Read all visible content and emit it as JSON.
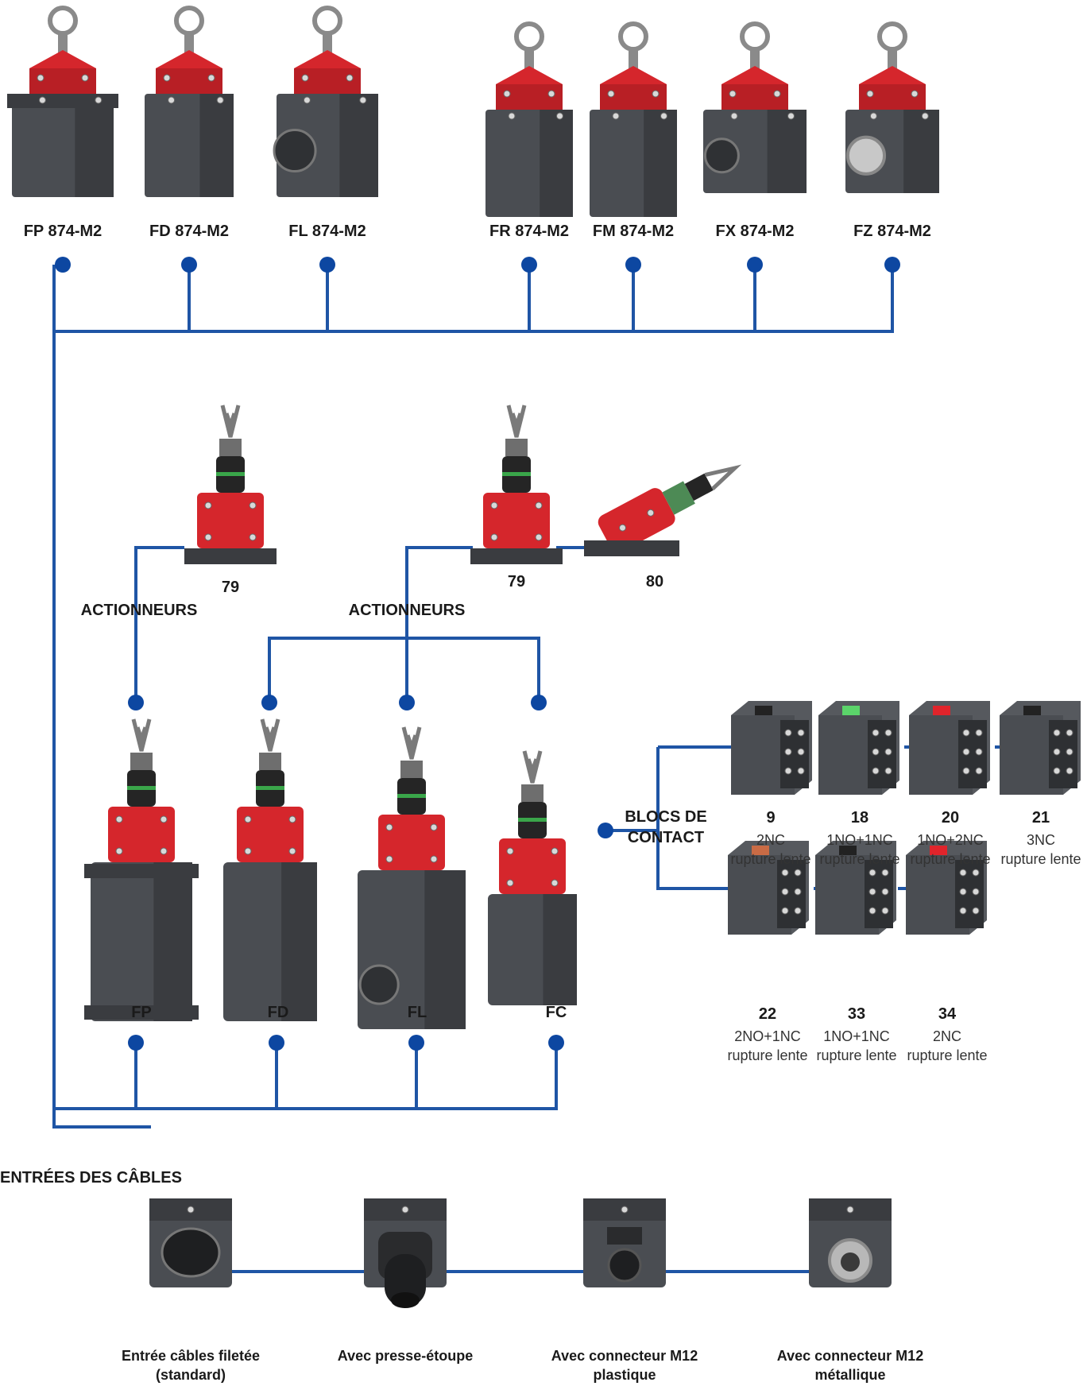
{
  "colors": {
    "line": "#1f55a5",
    "dot": "#0d47a1",
    "red": "#d5262c",
    "body": "#4a4d52",
    "bodyDark": "#3a3c40",
    "metal": "#9a9a9a"
  },
  "models": [
    {
      "name": "FP 874-M2",
      "icon": "switch-fp-ring"
    },
    {
      "name": "FD 874-M2",
      "icon": "switch-fd-ring"
    },
    {
      "name": "FL 874-M2",
      "icon": "switch-fl-ring"
    },
    {
      "name": "FR 874-M2",
      "icon": "switch-fr-ring"
    },
    {
      "name": "FM 874-M2",
      "icon": "switch-fm-ring"
    },
    {
      "name": "FX 874-M2",
      "icon": "switch-fx-ring"
    },
    {
      "name": "FZ 874-M2",
      "icon": "switch-fz-ring"
    }
  ],
  "actuators": {
    "left": {
      "title": "ACTIONNEURS",
      "items": [
        {
          "code": "79",
          "icon": "actuator-vertical"
        }
      ]
    },
    "right": {
      "title": "ACTIONNEURS",
      "items": [
        {
          "code": "79",
          "icon": "actuator-vertical"
        },
        {
          "code": "80",
          "icon": "actuator-angled"
        }
      ]
    }
  },
  "bodies": [
    {
      "name": "FP",
      "icon": "switch-fp-body"
    },
    {
      "name": "FD",
      "icon": "switch-fd-body"
    },
    {
      "name": "FL",
      "icon": "switch-fl-body"
    },
    {
      "name": "FC",
      "icon": "switch-fc-body"
    }
  ],
  "contact_blocks": {
    "title_line1": "BLOCS DE",
    "title_line2": "CONTACT",
    "row1": [
      {
        "code": "9",
        "config": "2NC",
        "type": "rupture lente"
      },
      {
        "code": "18",
        "config": "1NO+1NC",
        "type": "rupture lente"
      },
      {
        "code": "20",
        "config": "1NO+2NC",
        "type": "rupture lente"
      },
      {
        "code": "21",
        "config": "3NC",
        "type": "rupture lente"
      }
    ],
    "row2": [
      {
        "code": "22",
        "config": "2NO+1NC",
        "type": "rupture lente"
      },
      {
        "code": "33",
        "config": "1NO+1NC",
        "type": "rupture lente"
      },
      {
        "code": "34",
        "config": "2NC",
        "type": "rupture lente"
      }
    ]
  },
  "cable_entries": {
    "title": "ENTRÉES DES CÂBLES",
    "items": [
      {
        "line1": "Entrée câbles filetée",
        "line2": "(standard)",
        "icon": "threaded-entry"
      },
      {
        "line1": "Avec presse-étoupe",
        "line2": "",
        "icon": "cable-gland"
      },
      {
        "line1": "Avec connecteur M12",
        "line2": "plastique",
        "icon": "m12-plastic-connector"
      },
      {
        "line1": "Avec connecteur M12",
        "line2": "métallique",
        "icon": "m12-metal-connector"
      }
    ]
  }
}
